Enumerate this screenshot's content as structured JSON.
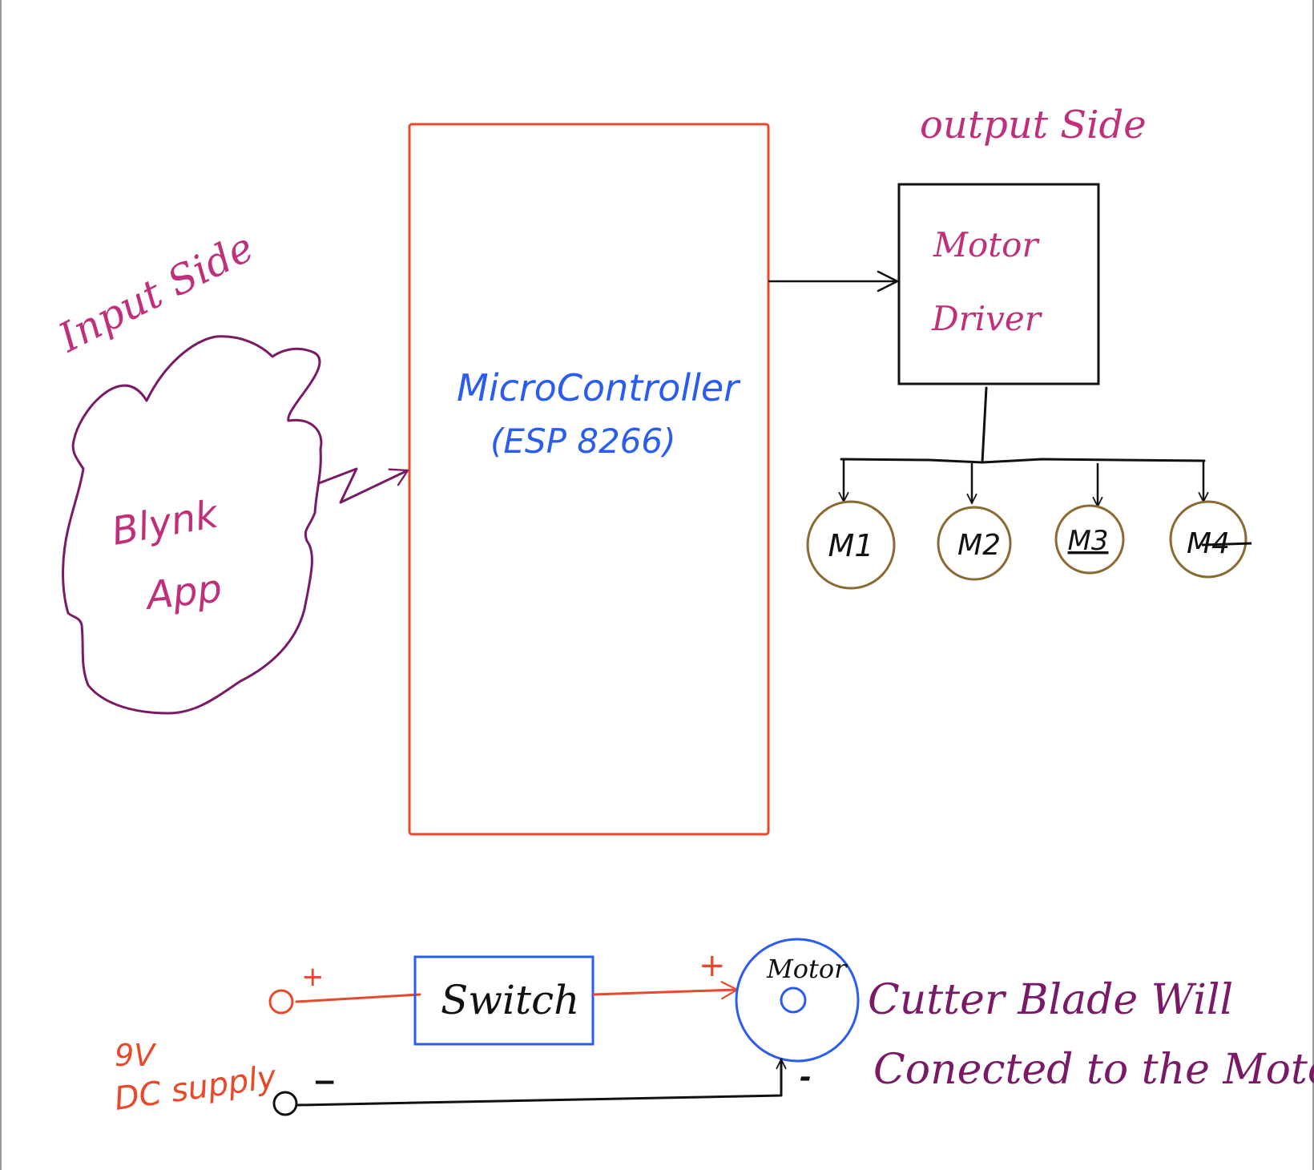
{
  "colors": {
    "magenta_text": "#c0307a",
    "purple": "#7a1a66",
    "red": "#e8492a",
    "blue": "#2b5cf0",
    "black": "#111111",
    "brown": "#8a6a34",
    "frame_gray": "#9a9a9a"
  },
  "labels": {
    "input_side": "Input Side",
    "output_side": "output Side",
    "cloud": {
      "line1": "Blynk",
      "line2": "App"
    },
    "microcontroller": {
      "line1": "MicroController",
      "line2": "(ESP 8266)"
    },
    "motor_driver": {
      "line1": "Motor",
      "line2": "Driver"
    },
    "motors": [
      "M1",
      "M2",
      "M3",
      "M4"
    ]
  },
  "power_circuit": {
    "plus_sign": "+",
    "minus_sign": "−",
    "supply_line1": "9V",
    "supply_line2": "DC supply",
    "switch_label": "Switch",
    "motor_plus": "+",
    "motor_label": "Motor",
    "motor_minus": "-",
    "note_line1": "Cutter Blade Will",
    "note_line2": "Conected to the Motor."
  }
}
